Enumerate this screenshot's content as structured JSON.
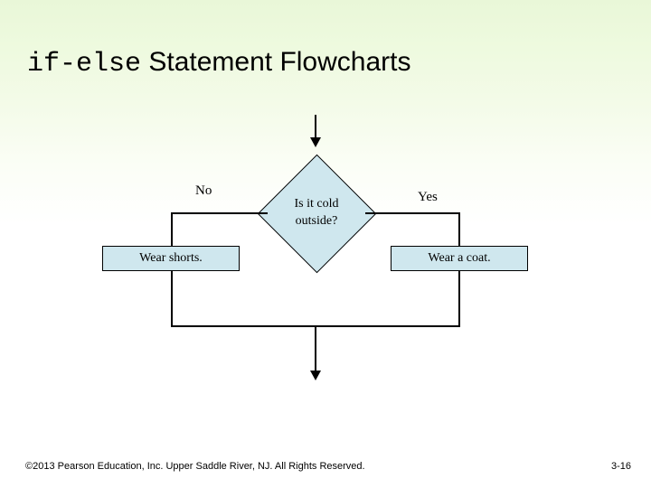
{
  "slide": {
    "title_mono": "if-else",
    "title_rest": " Statement Flowcharts",
    "footer_copyright": "©2013 Pearson Education, Inc. Upper Saddle River, NJ. All Rights Reserved.",
    "footer_page": "3-16",
    "colors": {
      "shape_fill": "#cfe7ee",
      "shape_stroke": "#000000",
      "background_top": "#e9f7d8",
      "background_bottom": "#ffffff",
      "text": "#000000"
    }
  },
  "flowchart": {
    "decision": {
      "line1": "Is it cold",
      "line2": "outside?"
    },
    "branches": [
      {
        "label": "No",
        "action": "Wear shorts."
      },
      {
        "label": "Yes",
        "action": "Wear a coat."
      }
    ]
  }
}
